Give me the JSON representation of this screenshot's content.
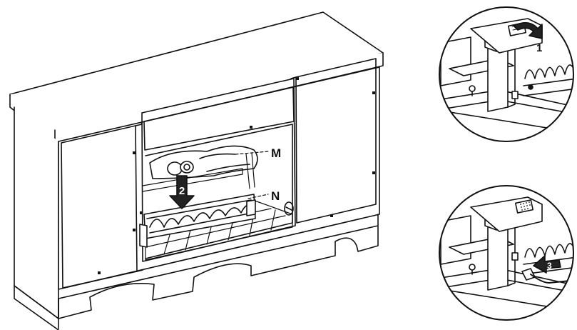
{
  "callouts": {
    "logs_label": "M",
    "grate_label": "N"
  },
  "steps": {
    "insert_logs": "2",
    "flip_switch": "1",
    "plug_connector": "3"
  },
  "colors": {
    "line": "#111111",
    "background": "#ffffff",
    "arrow_fill": "#222222"
  }
}
